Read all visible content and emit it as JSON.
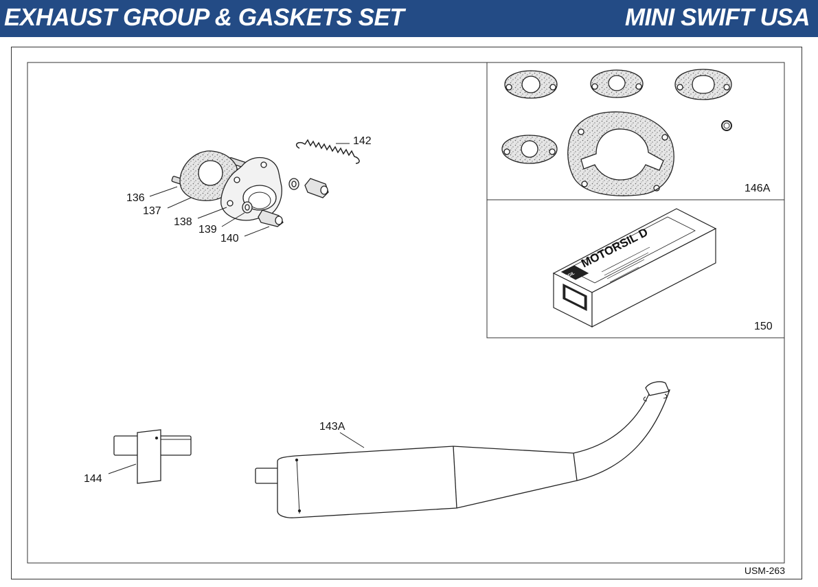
{
  "header": {
    "title": "EXHAUST GROUP & GASKETS SET",
    "model": "MINI SWIFT USA",
    "background_color": "#234b85",
    "text_color": "#ffffff"
  },
  "callouts": {
    "p136": "136",
    "p137": "137",
    "p138": "138",
    "p139": "139",
    "p140": "140",
    "p142": "142",
    "p143a": "143A",
    "p144": "144",
    "p146a": "146A",
    "p150": "150"
  },
  "sealant_box": {
    "brand": "MOTORSIL D",
    "small_label": "SIGIL"
  },
  "sheet_ref": "USM-263"
}
